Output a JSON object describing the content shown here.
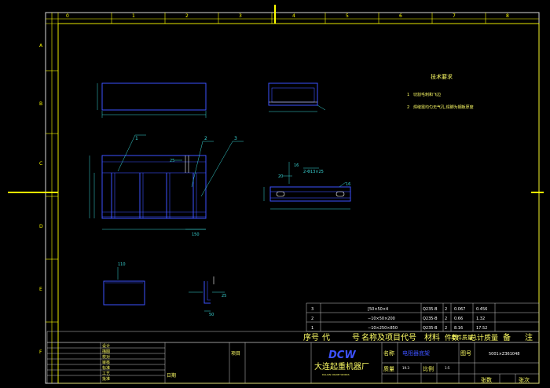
{
  "border": {
    "top_numbers": [
      "0",
      "1",
      "2",
      "3",
      "4",
      "5",
      "6",
      "7",
      "8"
    ],
    "side_letters": [
      "A",
      "B",
      "C",
      "D",
      "E",
      "F"
    ]
  },
  "tech": {
    "title": "技术要求",
    "items": [
      {
        "no": "1",
        "text": "切割毛刺和飞边"
      },
      {
        "no": "2",
        "text": "焊缝需均匀无气孔,焊脚为钢板厚度"
      }
    ]
  },
  "callouts": [
    "1",
    "2",
    "3",
    "2-Φ13×25",
    "16",
    "20",
    "25",
    "150",
    "110",
    "25",
    "50",
    "16"
  ],
  "parts": [
    {
      "no": "3",
      "code": "[50×50×4",
      "material": "Q235-B",
      "qty": "2",
      "unit": "0.067",
      "total": "0.456"
    },
    {
      "no": "2",
      "code": "−10×50×200",
      "material": "Q235-B",
      "qty": "2",
      "unit": "0.66",
      "total": "1.32"
    },
    {
      "no": "1",
      "code": "−10×250×850",
      "material": "Q235-B",
      "qty": "2",
      "unit": "8.16",
      "total": "17.52"
    }
  ],
  "header_row": [
    "序号",
    "代",
    "号",
    "名称及项目代号",
    "材料",
    "件数",
    "单件质量",
    "总计质量",
    "备",
    "注"
  ],
  "title_block": {
    "logo": "DCW",
    "company": "大连起重机器厂",
    "company_en": "DALIAN CRANE WORKS",
    "name_label": "名称",
    "name_value": "电阻器底架",
    "drawing_label": "图号",
    "drawing_value": "5001×Z361048",
    "mass_label": "质量",
    "mass_value": "19.3",
    "scale_label": "比例",
    "scale_value": "1:5",
    "sheets_label": "张数",
    "sheet_label": "张次",
    "project_label": "项目",
    "date_label": "日期",
    "left_labels": [
      "设计",
      "描图",
      "校对",
      "审核",
      "标准",
      "工艺",
      "批准"
    ]
  },
  "colors": {
    "frame": "#ffffff",
    "inner": "#ffff00",
    "part": "#3d52ff",
    "dim": "#39d6d6",
    "table": "#c8c8c8"
  }
}
